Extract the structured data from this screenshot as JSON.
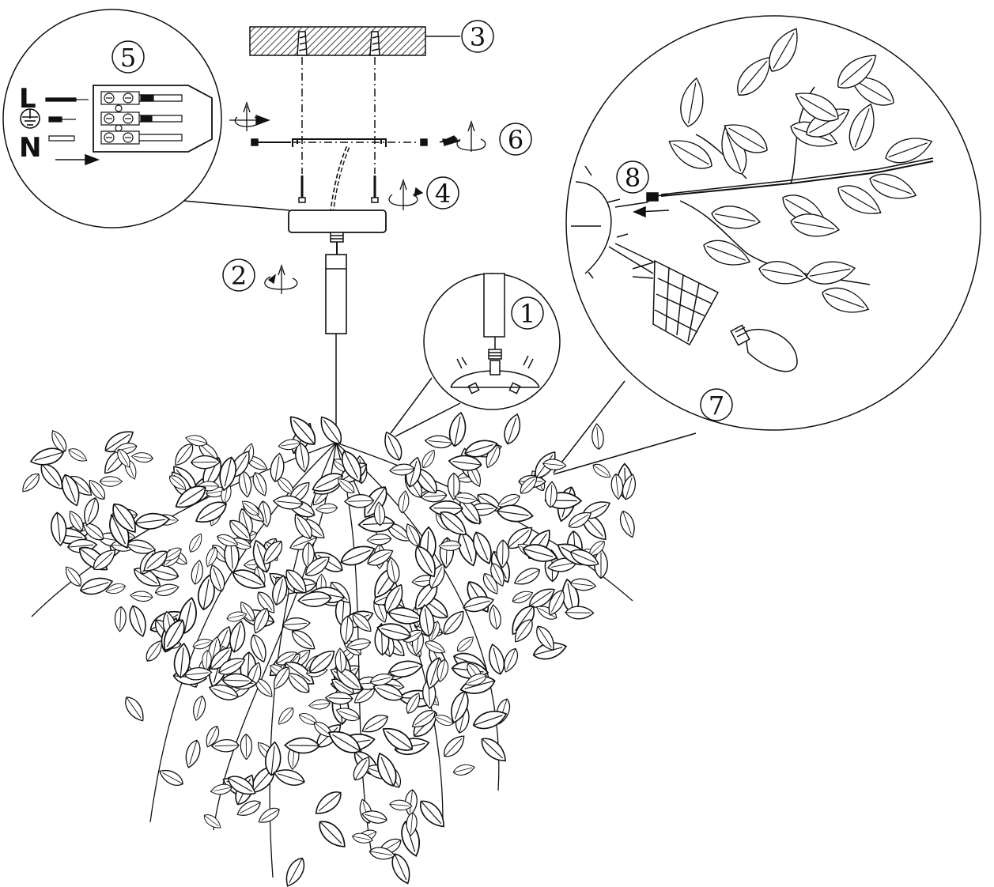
{
  "steps": {
    "s1": "1",
    "s2": "2",
    "s3": "3",
    "s4": "4",
    "s5": "5",
    "s6": "6",
    "s7": "7",
    "s8": "8"
  },
  "wiring": {
    "live": "L",
    "neutral": "N",
    "earth_icon": "earth-ground-icon"
  },
  "colors": {
    "ink": "#111111",
    "background": "#ffffff"
  }
}
